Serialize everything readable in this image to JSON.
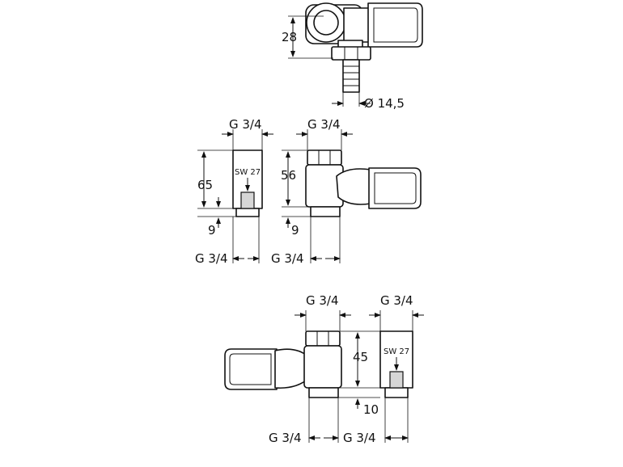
{
  "dims": {
    "top_height": "28",
    "top_diameter": "Ø 14,5",
    "mid_left_top": "G 3/4",
    "mid_right_top": "G 3/4",
    "mid_left_height": "65",
    "mid_right_height": "56",
    "mid_left_small": "9",
    "mid_right_small": "9",
    "mid_left_bottom": "G 3/4",
    "mid_right_bottom": "G 3/4",
    "mid_wrench": "SW 27",
    "bot_left_top": "G 3/4",
    "bot_right_top": "G 3/4",
    "bot_height": "45",
    "bot_small": "10",
    "bot_left_bottom": "G 3/4",
    "bot_right_bottom": "G 3/4",
    "bot_wrench": "SW 27"
  }
}
